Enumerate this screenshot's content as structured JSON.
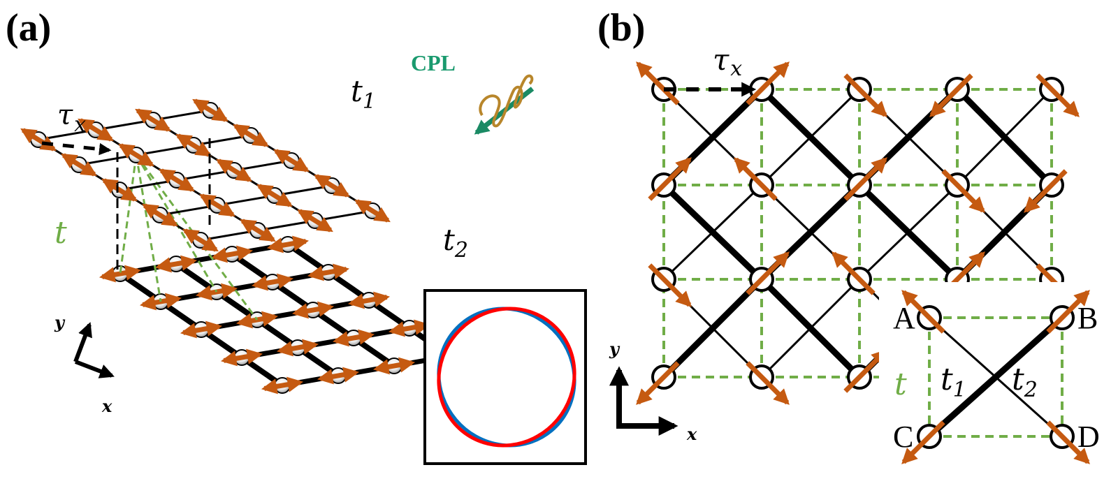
{
  "colors": {
    "lattice": "#000000",
    "spin_arrow": "#c55a11",
    "interlayer_hopping": "#70ad47",
    "cpl_text": "#1a9a6e",
    "cpl_helix": "#b8862b",
    "cpl_arrow": "#1a8a64",
    "fermi_red": "#ff0000",
    "fermi_blue": "#0070c0",
    "node_fill": "#ffffff"
  },
  "panel_a": {
    "label": "(a)",
    "tau_label": "τ",
    "tau_sub": "x",
    "t_label": "t",
    "t1_label": "t",
    "t1_sub": "1",
    "t2_label": "t",
    "t2_sub": "2",
    "cpl_label": "CPL",
    "axis_x": "x",
    "axis_y": "y",
    "inset": "fermi-surface-inset"
  },
  "panel_b": {
    "label": "(b)",
    "tau_label": "τ",
    "tau_sub": "x",
    "axis_x": "x",
    "axis_y": "y",
    "unit_cell": {
      "sites": [
        "A",
        "B",
        "C",
        "D"
      ],
      "t_label": "t",
      "t1_label": "t",
      "t1_sub": "1",
      "t2_label": "t",
      "t2_sub": "2"
    }
  }
}
